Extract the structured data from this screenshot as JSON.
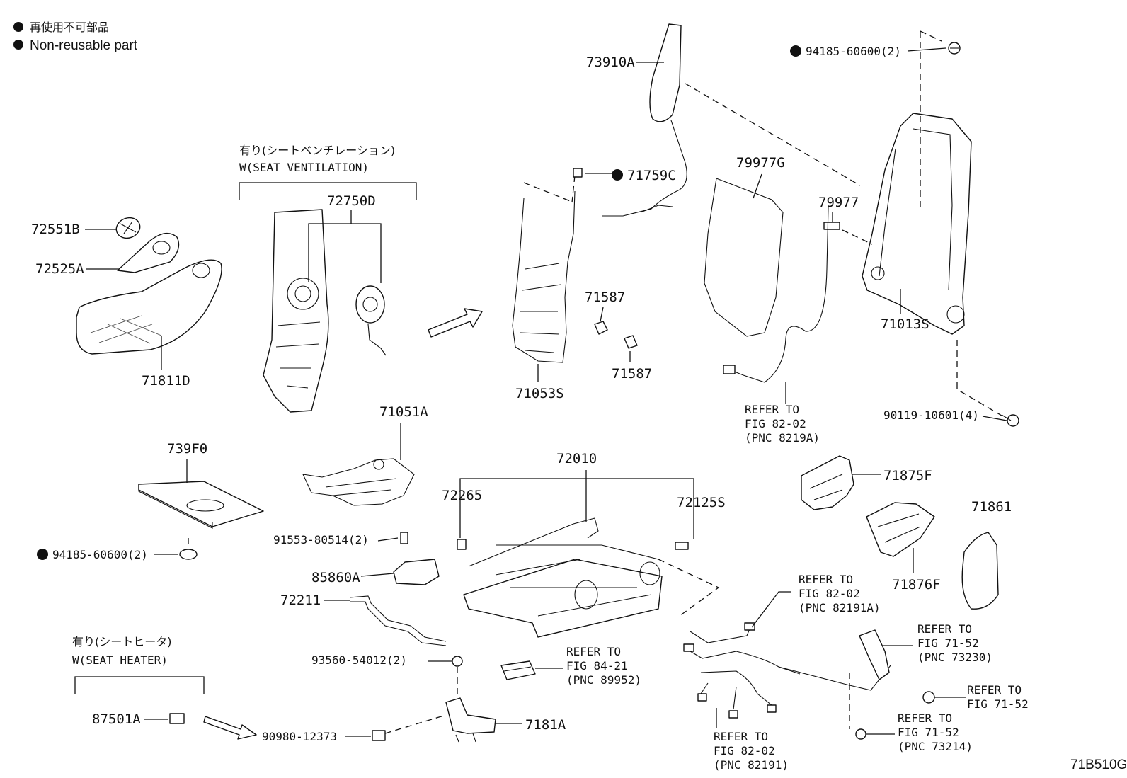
{
  "legend": {
    "jp": "再使用不可部品",
    "en": "Non-reusable part"
  },
  "groups": {
    "ventilation_jp": "有り(シートベンチレーション)",
    "ventilation_en": "W(SEAT VENTILATION)",
    "heater_jp": "有り(シートヒータ)",
    "heater_en": "W(SEAT HEATER)"
  },
  "parts": {
    "p73910A": "73910A",
    "p94185_top": "94185-60600(2)",
    "p71759C": "71759C",
    "p79977G": "79977G",
    "p79977": "79977",
    "p72750D": "72750D",
    "p72551B": "72551B",
    "p72525A": "72525A",
    "p71811D": "71811D",
    "p71587a": "71587",
    "p71587b": "71587",
    "p71053S": "71053S",
    "p71013S": "71013S",
    "p90119": "90119-10601(4)",
    "p71051A": "71051A",
    "p739F0": "739F0",
    "p94185_bot": "94185-60600(2)",
    "p72010": "72010",
    "p72265": "72265",
    "p72125S": "72125S",
    "p91553": "91553-80514(2)",
    "p85860A": "85860A",
    "p72211": "72211",
    "p93560": "93560-54012(2)",
    "p87501A": "87501A",
    "p90980": "90980-12373",
    "p7181A": "7181A",
    "p71875F": "71875F",
    "p71861": "71861",
    "p71876F": "71876F"
  },
  "refers": {
    "r8219A": [
      "REFER TO",
      "FIG 82-02",
      "(PNC 8219A)"
    ],
    "r89952": [
      "REFER TO",
      "FIG 84-21",
      "(PNC 89952)"
    ],
    "r82191A": [
      "REFER TO",
      "FIG 82-02",
      "(PNC 82191A)"
    ],
    "r73230": [
      "REFER TO",
      "FIG 71-52",
      "(PNC 73230)"
    ],
    "r7152": [
      "REFER TO",
      "FIG 71-52"
    ],
    "r73214": [
      "REFER TO",
      "FIG 71-52",
      "(PNC 73214)"
    ],
    "r82191": [
      "REFER TO",
      "FIG 82-02",
      "(PNC 82191)"
    ]
  },
  "figure_id": "71B510G"
}
